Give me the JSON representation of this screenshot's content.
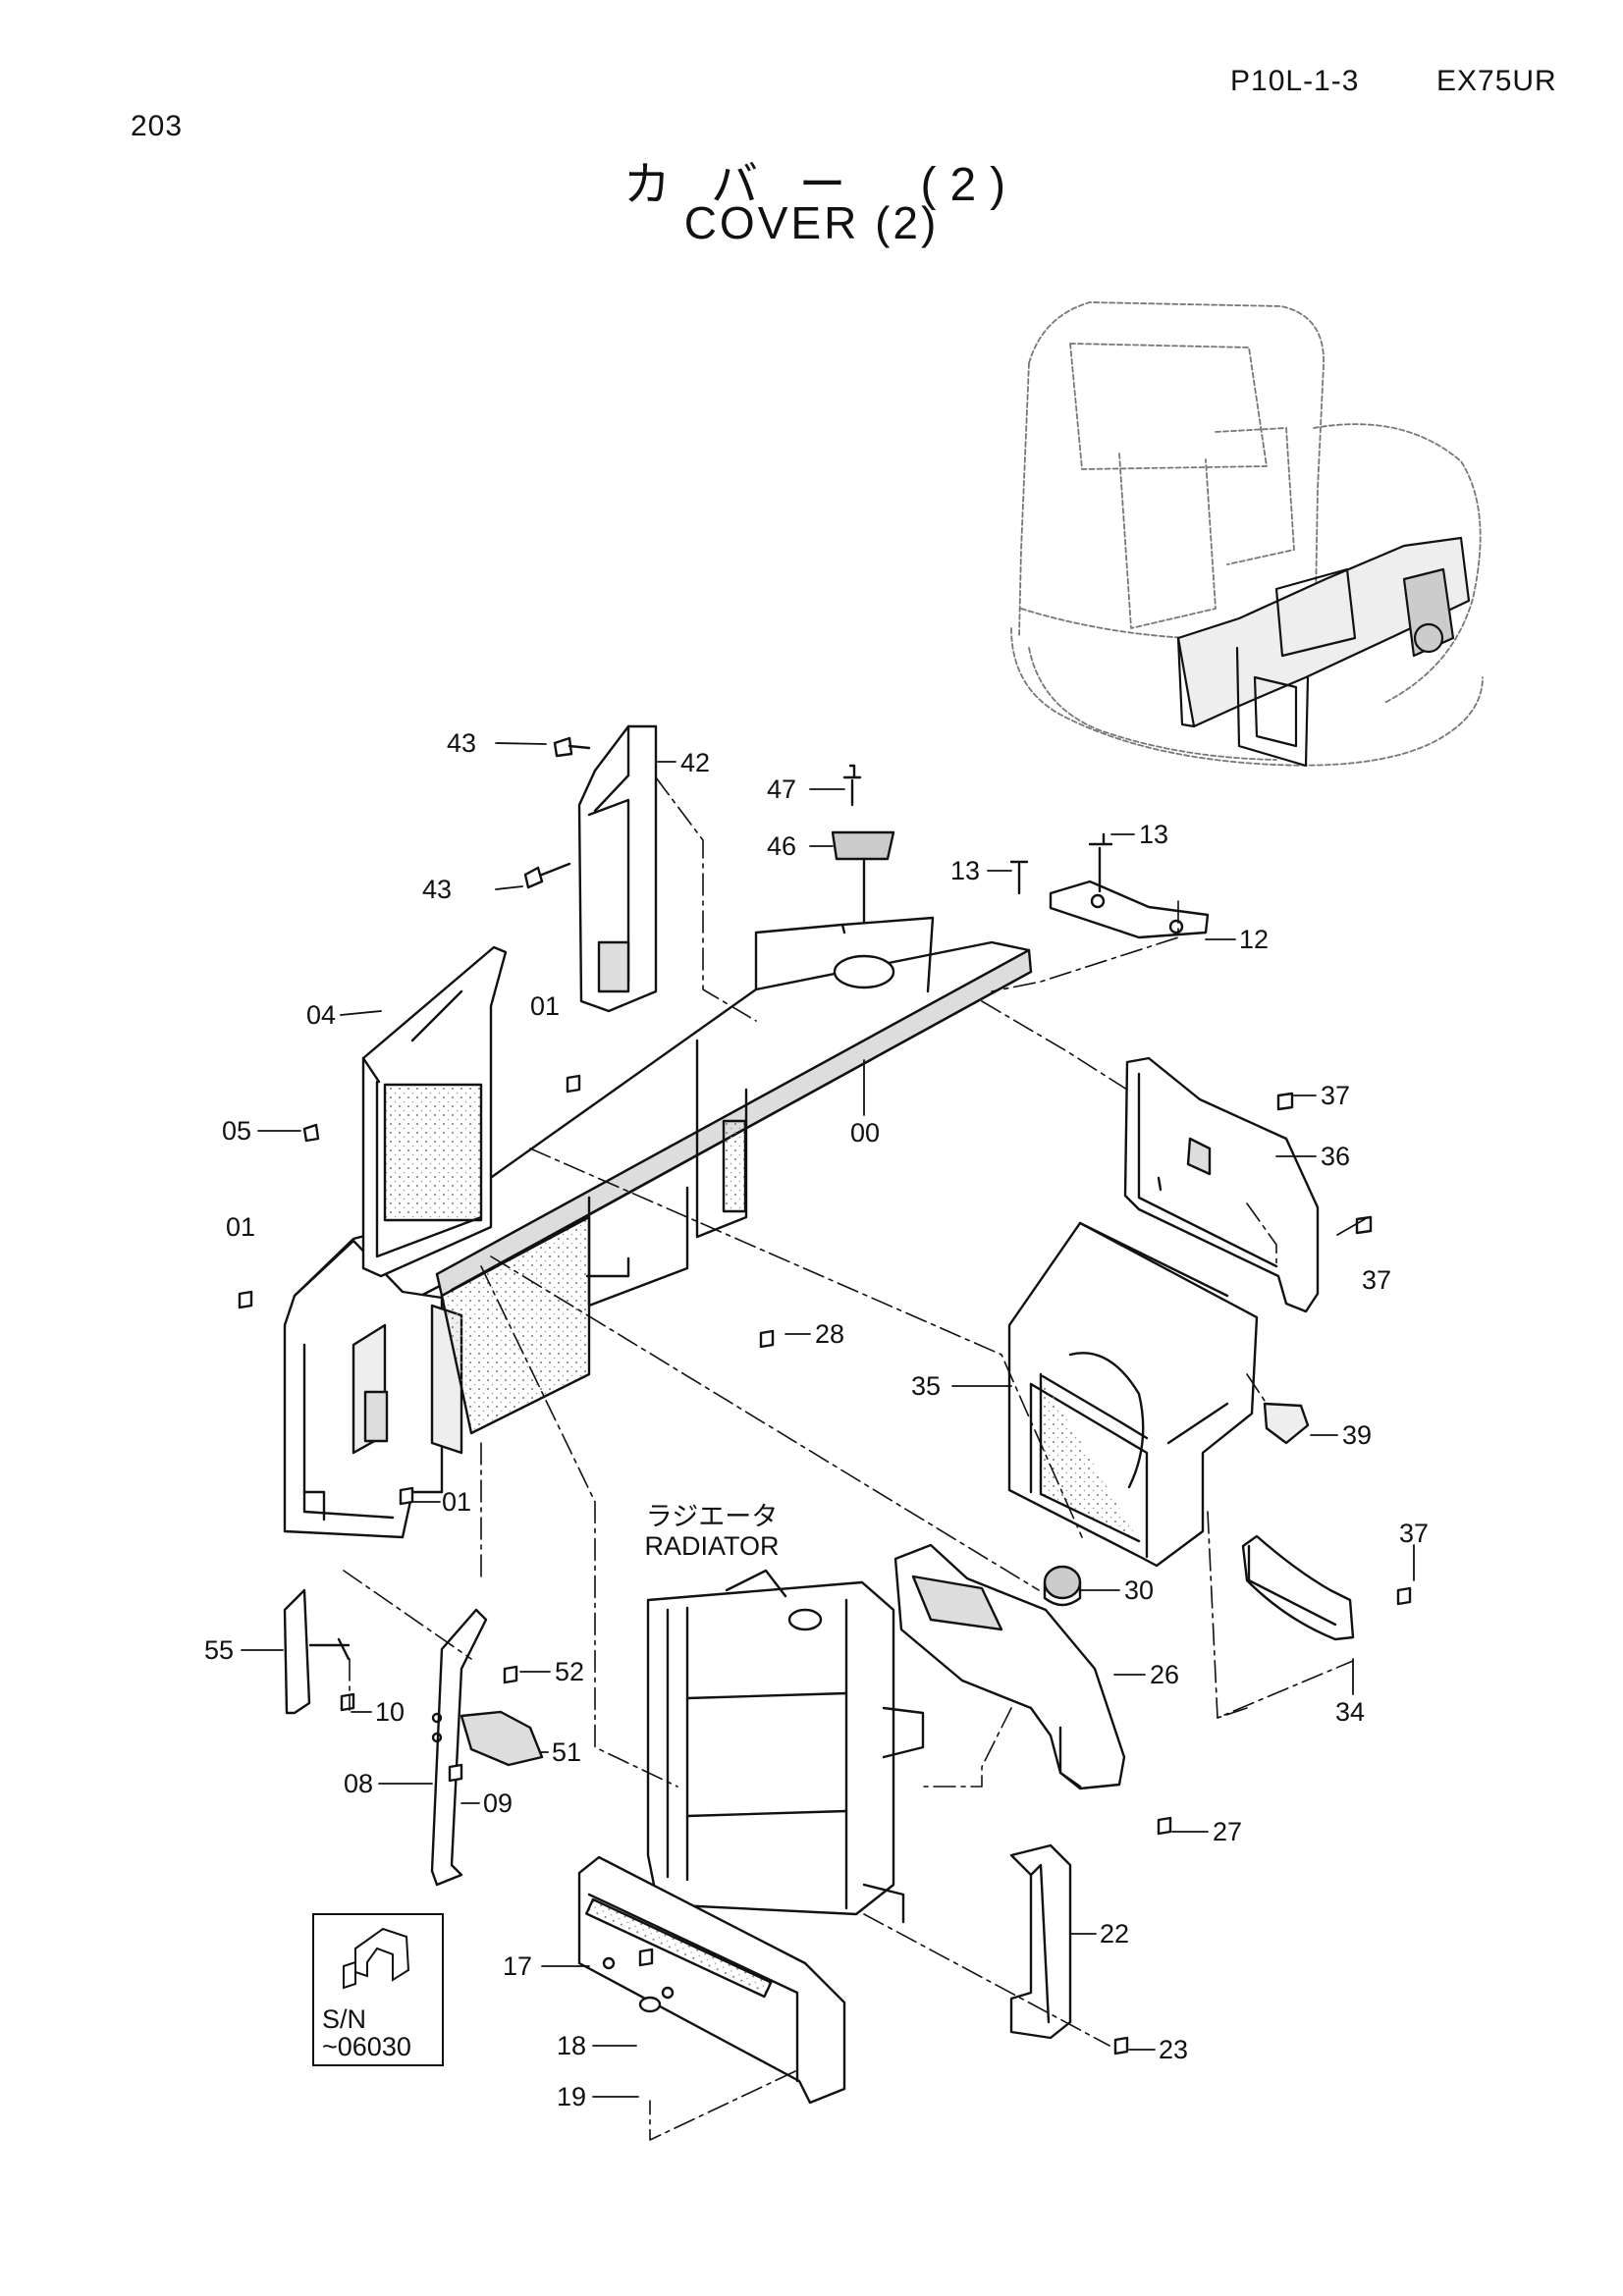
{
  "header": {
    "page_number": "203",
    "part_code": "P10L-1-3",
    "model": "EX75UR"
  },
  "title": {
    "japanese": "カ バ ー　(2)",
    "english": "COVER (2)"
  },
  "radiator_caption": {
    "japanese": "ラジエータ",
    "english": "RADIATOR"
  },
  "serial_note": {
    "line1": "S/N",
    "line2": "~06030"
  },
  "callouts": [
    {
      "id": "c43a",
      "label": "43"
    },
    {
      "id": "c42",
      "label": "42"
    },
    {
      "id": "c43b",
      "label": "43"
    },
    {
      "id": "c47",
      "label": "47"
    },
    {
      "id": "c46",
      "label": "46"
    },
    {
      "id": "c13a",
      "label": "13"
    },
    {
      "id": "c13b",
      "label": "13"
    },
    {
      "id": "c12",
      "label": "12"
    },
    {
      "id": "c04",
      "label": "04"
    },
    {
      "id": "c01a",
      "label": "01"
    },
    {
      "id": "c05",
      "label": "05"
    },
    {
      "id": "c00",
      "label": "00"
    },
    {
      "id": "c37a",
      "label": "37"
    },
    {
      "id": "c36",
      "label": "36"
    },
    {
      "id": "c37b",
      "label": "37"
    },
    {
      "id": "c01b",
      "label": "01"
    },
    {
      "id": "c28",
      "label": "28"
    },
    {
      "id": "c35",
      "label": "35"
    },
    {
      "id": "c39",
      "label": "39"
    },
    {
      "id": "c01c",
      "label": "01"
    },
    {
      "id": "c37c",
      "label": "37"
    },
    {
      "id": "c30",
      "label": "30"
    },
    {
      "id": "c55",
      "label": "55"
    },
    {
      "id": "c52",
      "label": "52"
    },
    {
      "id": "c10",
      "label": "10"
    },
    {
      "id": "c26",
      "label": "26"
    },
    {
      "id": "c34",
      "label": "34"
    },
    {
      "id": "c51",
      "label": "51"
    },
    {
      "id": "c08",
      "label": "08"
    },
    {
      "id": "c09",
      "label": "09"
    },
    {
      "id": "c27",
      "label": "27"
    },
    {
      "id": "c22",
      "label": "22"
    },
    {
      "id": "c17",
      "label": "17"
    },
    {
      "id": "c18",
      "label": "18"
    },
    {
      "id": "c23",
      "label": "23"
    },
    {
      "id": "c19",
      "label": "19"
    }
  ]
}
